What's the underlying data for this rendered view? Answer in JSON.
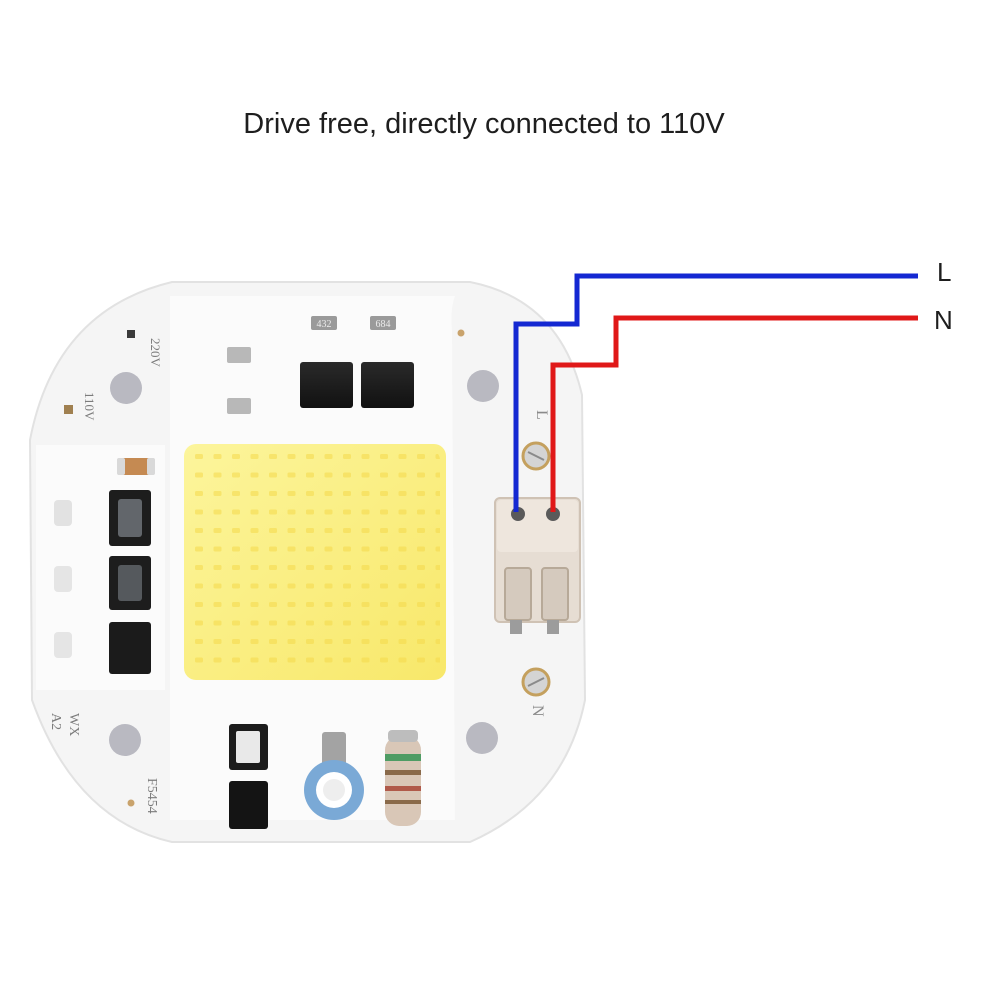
{
  "caption": "Drive free, directly connected to 110V",
  "wires": {
    "live": {
      "label": "L",
      "color": "#1428d2"
    },
    "neutral": {
      "label": "N",
      "color": "#e01818"
    }
  },
  "board": {
    "marks": {
      "voltage_220": "220V",
      "voltage_110": "110V",
      "terminal_l": "L",
      "terminal_n": "N",
      "code_a2": "A2",
      "code_wx": "WX",
      "part_no": "F5454",
      "resistor_1": "432",
      "resistor_2": "684"
    },
    "colors": {
      "pcb": "#f4f4f4",
      "led_array": "#fbf089",
      "component": "#1c1c1c",
      "terminal_block": "#e6ddd3"
    }
  }
}
